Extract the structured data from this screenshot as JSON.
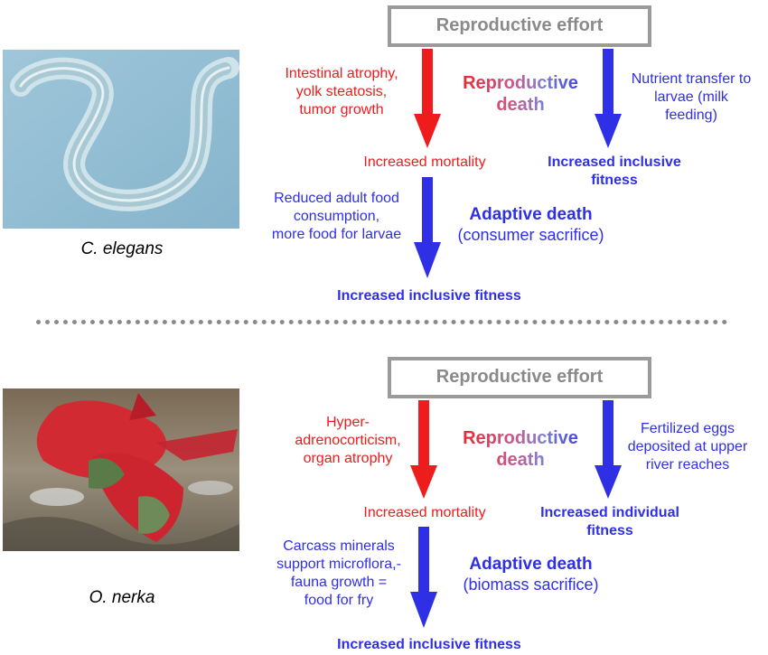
{
  "colors": {
    "red": "#ee1c1c",
    "blue": "#2f2fe6",
    "gray": "#9b9b9b"
  },
  "top": {
    "species": "C. elegans",
    "effort_box": "Reproductive effort",
    "left_cause_lines": [
      "Intestinal atrophy,",
      "yolk steatosis,",
      "tumor growth"
    ],
    "center_label_lines": [
      "Reproductive",
      "death"
    ],
    "right_cause_lines": [
      "Nutrient transfer to",
      "larvae (milk",
      "feeding)"
    ],
    "mortality": "Increased mortality",
    "right_outcome_lines": [
      "Increased inclusive",
      "fitness"
    ],
    "adaptive_cause_lines": [
      "Reduced adult food",
      "consumption,",
      "more food for larvae"
    ],
    "adaptive_title": "Adaptive death",
    "adaptive_sub": "(consumer sacrifice)",
    "final": "Increased inclusive fitness"
  },
  "bottom": {
    "species": "O. nerka",
    "effort_box": "Reproductive effort",
    "left_cause_lines": [
      "Hyper-",
      "adrenocorticism,",
      "organ atrophy"
    ],
    "center_label_lines": [
      "Reproductive",
      "death"
    ],
    "right_cause_lines": [
      "Fertilized eggs",
      "deposited at upper",
      "river reaches"
    ],
    "mortality": "Increased mortality",
    "right_outcome_lines": [
      "Increased individual",
      "fitness"
    ],
    "adaptive_cause_lines": [
      "Carcass minerals",
      "support microflora,-",
      "fauna growth =",
      "food for fry"
    ],
    "adaptive_title": "Adaptive death",
    "adaptive_sub": "(biomass sacrifice)",
    "final": "Increased inclusive fitness"
  }
}
